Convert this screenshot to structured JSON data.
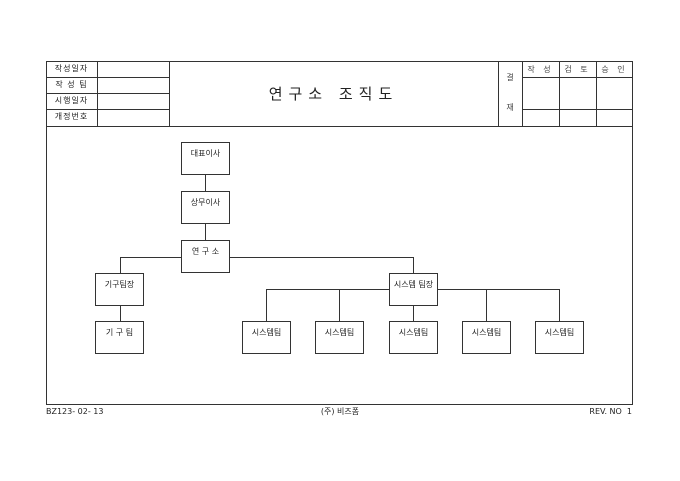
{
  "header": {
    "labels": [
      "작성일자",
      "작 성 팀",
      "시행일자",
      "개정번호"
    ],
    "title": "연구소 조직도",
    "approval_side": [
      "결",
      "재"
    ],
    "approval_columns": [
      "작 성",
      "검 토",
      "승 인"
    ]
  },
  "org": {
    "ceo": "대표이사",
    "managing_director": "상무이사",
    "lab": "연 구 소",
    "mech_lead": "기구팀장",
    "mech_team": "기 구 팀",
    "sys_lead": "시스템 팀장",
    "sys_teams": [
      "시스템팀",
      "시스템팀",
      "시스템팀",
      "시스템팀",
      "시스템팀"
    ]
  },
  "footer": {
    "code": "BZ123- 02- 13",
    "company": "(주) 비즈폼",
    "rev": "REV. NO  1"
  }
}
